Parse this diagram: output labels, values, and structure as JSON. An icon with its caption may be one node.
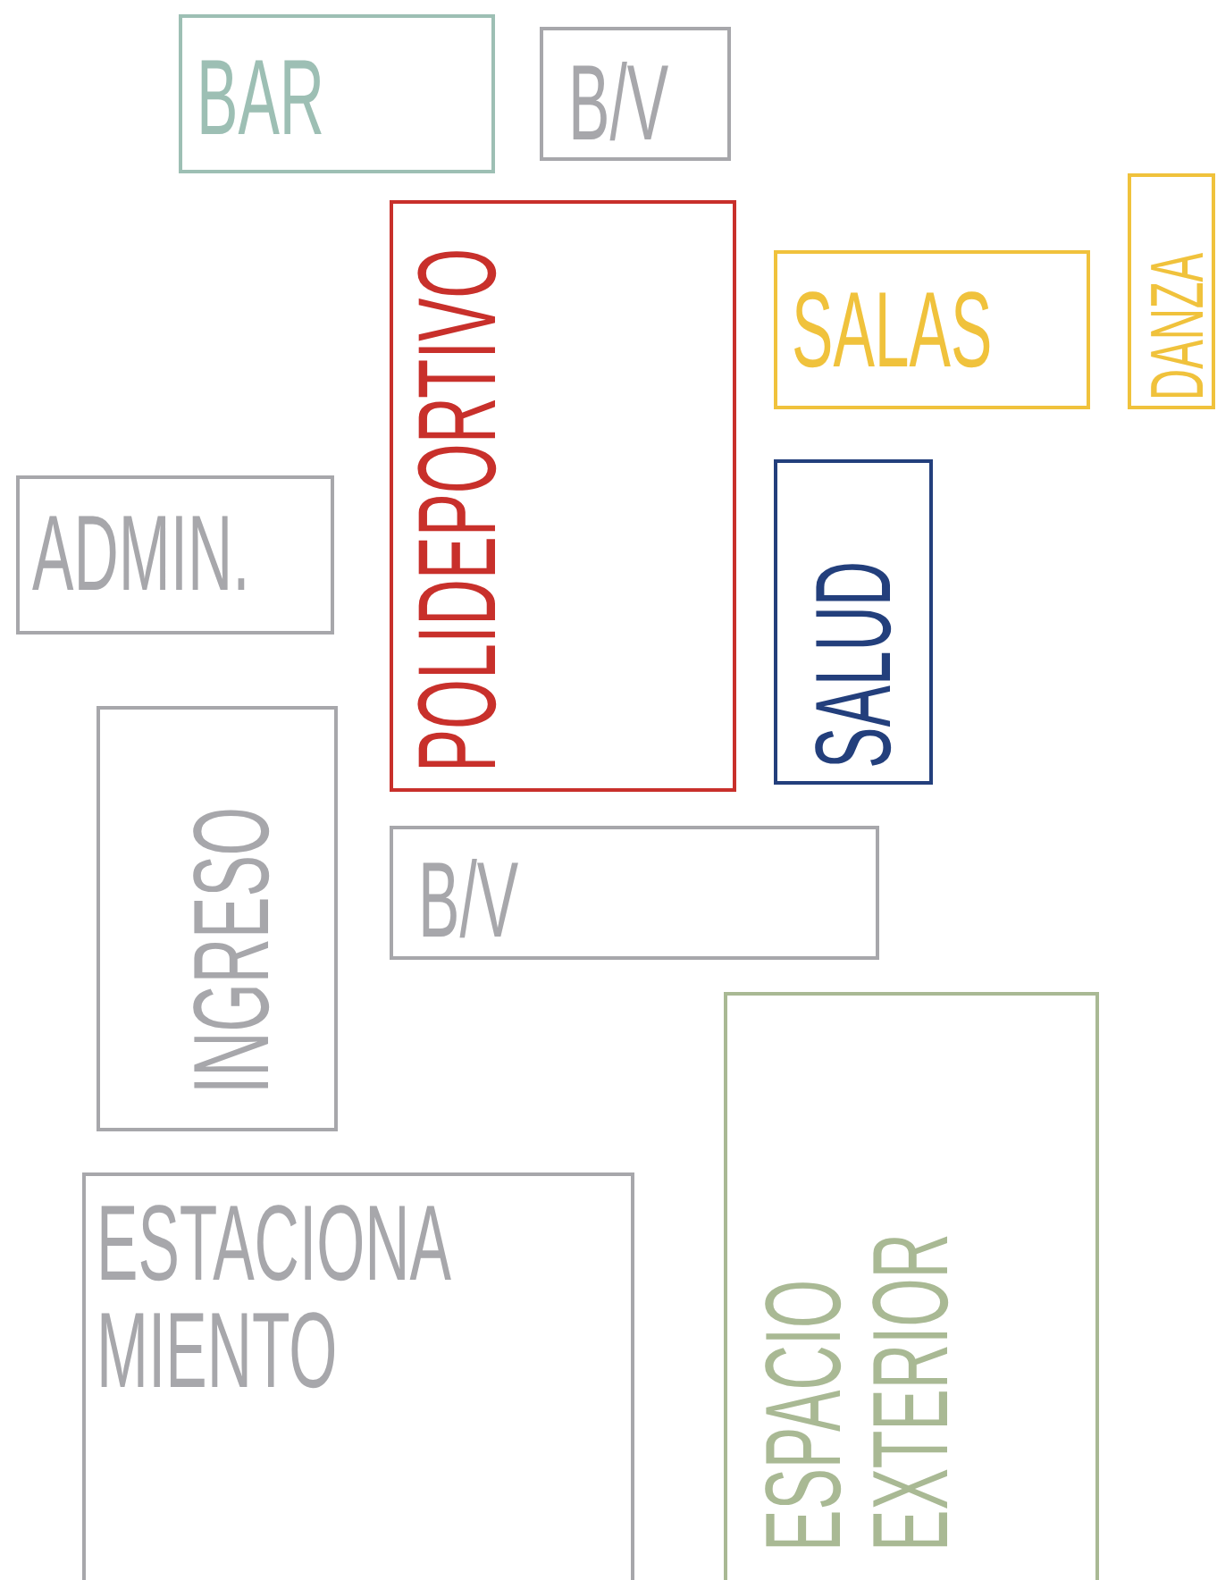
{
  "diagram": {
    "nodes": [
      {
        "text": [
          "BAR"
        ]
      },
      {
        "text": [
          "B/V"
        ]
      },
      {
        "text": [
          "POLIDEPORTIVO"
        ]
      },
      {
        "text": [
          "SALAS"
        ]
      },
      {
        "text": [
          "DANZA"
        ]
      },
      {
        "text": [
          "ADMIN."
        ]
      },
      {
        "text": [
          "SALUD"
        ]
      },
      {
        "text": [
          "INGRESO"
        ]
      },
      {
        "text": [
          "B/V"
        ]
      },
      {
        "text": [
          "ESTACIONA MIENTO"
        ]
      },
      {
        "text": [
          "ESPACIO EXTERIOR"
        ]
      }
    ]
  }
}
